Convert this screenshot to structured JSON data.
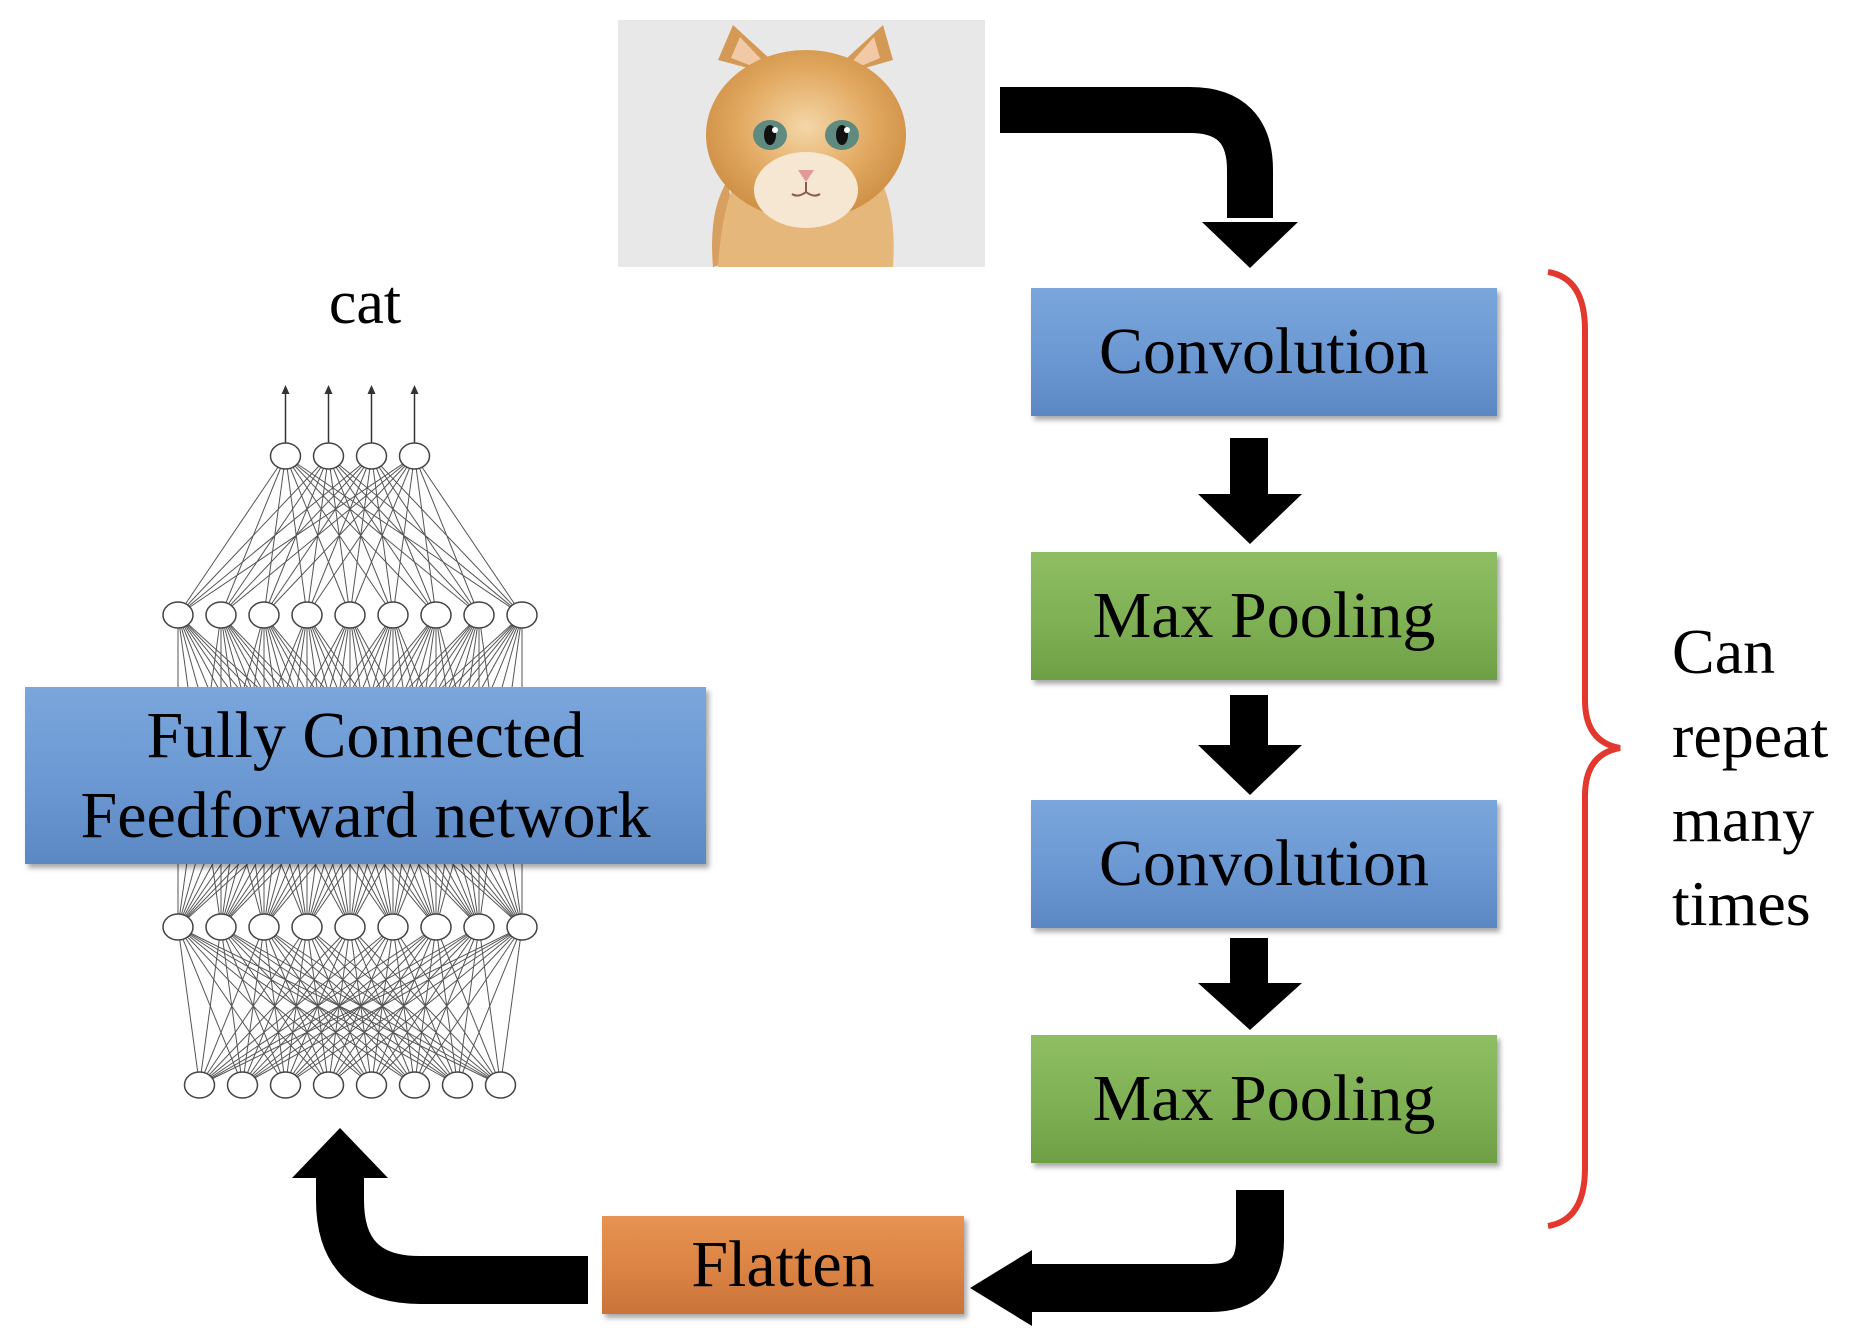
{
  "input": {
    "image_label": "kitten photo",
    "output_label": "cat"
  },
  "pipeline": {
    "conv1": "Convolution",
    "pool1": "Max Pooling",
    "conv2": "Convolution",
    "pool2": "Max Pooling",
    "flatten": "Flatten"
  },
  "fully_connected": {
    "line1": "Fully Connected",
    "line2": "Feedforward network"
  },
  "repeat_note": "Can\nrepeat\nmany\ntimes",
  "colors": {
    "conv": "#6b98d2",
    "pool": "#7fb054",
    "flatten": "#db8344",
    "brace": "#e2382e",
    "arrow": "#000000"
  },
  "network": {
    "layers": [
      8,
      9,
      9,
      4
    ]
  }
}
